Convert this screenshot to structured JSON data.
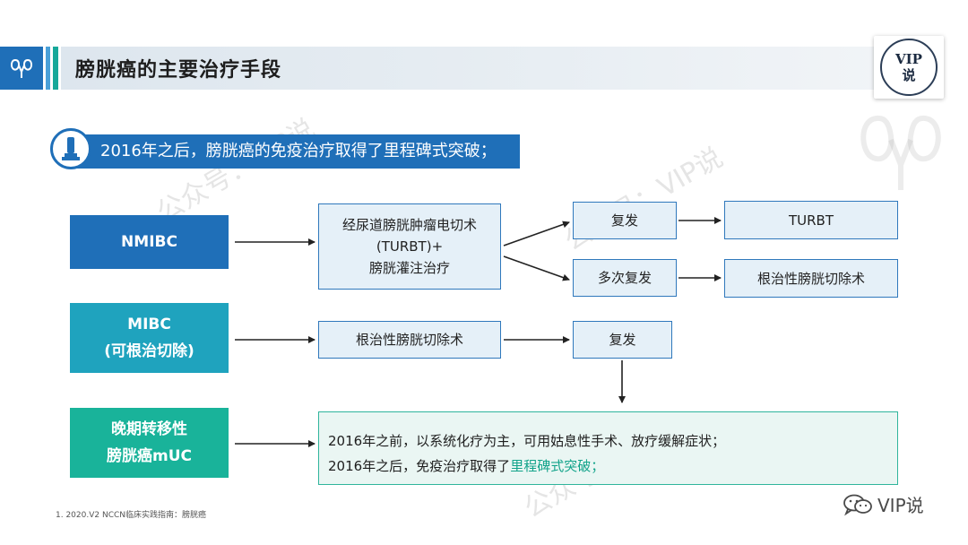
{
  "header": {
    "title": "膀胱癌的主要治疗手段",
    "badge_line1": "VIP",
    "badge_line2": "说"
  },
  "intro": {
    "text": "2016年之后，膀胱癌的免疫治疗取得了里程碑式突破；"
  },
  "categories": {
    "nmibc": "NMIBC",
    "mibc_line1": "MIBC",
    "mibc_line2": "(可根治切除)",
    "muc_line1": "晚期转移性",
    "muc_line2": "膀胱癌mUC"
  },
  "flow": {
    "turbt_tx_line1": "经尿道膀胱肿瘤电切术",
    "turbt_tx_line2": "(TURBT)+",
    "turbt_tx_line3": "膀胱灌注治疗",
    "relapse": "复发",
    "turbt": "TURBT",
    "multi_relapse": "多次复发",
    "radical_cystectomy": "根治性膀胱切除术",
    "radical_cystectomy_2": "根治性膀胱切除术",
    "relapse_2": "复发"
  },
  "note": {
    "line1": "2016年之前，以系统化疗为主，可用姑息性手术、放疗缓解症状；",
    "line2_prefix": "2016年之后，免疫治疗取得了",
    "line2_highlight": "里程碑式突破；"
  },
  "footnote": "1. 2020.V2 NCCN临床实践指南：膀胱癌",
  "brand": "VIP说",
  "watermark": "公众号：VIP说",
  "colors": {
    "primary_blue": "#1f6fb8",
    "teal": "#1fa3be",
    "green": "#19b39a",
    "box_fill": "#e5f0f8",
    "highlight_text": "#12a38a"
  },
  "icons": {
    "header": "kidney-icon",
    "intro": "milestone-icon",
    "brand": "wechat-icon"
  }
}
